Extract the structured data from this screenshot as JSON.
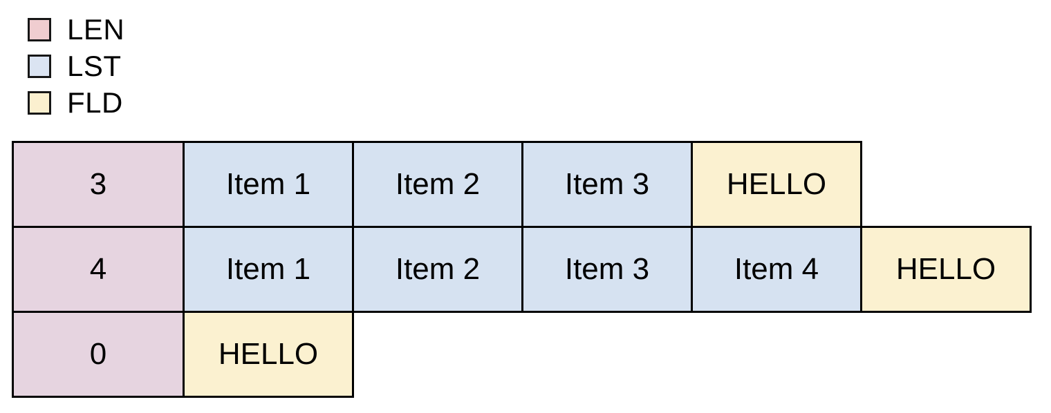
{
  "legend": {
    "items": [
      {
        "id": "len",
        "label": "LEN",
        "color": "#f0cdd0"
      },
      {
        "id": "lst",
        "label": "LST",
        "color": "#dbe4f2"
      },
      {
        "id": "fld",
        "label": "FLD",
        "color": "#fbf0cf"
      }
    ]
  },
  "diagram": {
    "cell_colors": {
      "len": "#e6d4e0",
      "lst": "#d6e2f1",
      "fld": "#fbf1d0"
    },
    "border_color": "#000000",
    "rows": [
      {
        "cells": [
          {
            "type": "len",
            "text": "3"
          },
          {
            "type": "lst",
            "text": "Item 1"
          },
          {
            "type": "lst",
            "text": "Item 2"
          },
          {
            "type": "lst",
            "text": "Item 3"
          },
          {
            "type": "fld",
            "text": "HELLO"
          }
        ]
      },
      {
        "cells": [
          {
            "type": "len",
            "text": "4"
          },
          {
            "type": "lst",
            "text": "Item 1"
          },
          {
            "type": "lst",
            "text": "Item 2"
          },
          {
            "type": "lst",
            "text": "Item 3"
          },
          {
            "type": "lst",
            "text": "Item 4"
          },
          {
            "type": "fld",
            "text": "HELLO"
          }
        ]
      },
      {
        "cells": [
          {
            "type": "len",
            "text": "0"
          },
          {
            "type": "fld",
            "text": "HELLO"
          }
        ]
      }
    ]
  }
}
